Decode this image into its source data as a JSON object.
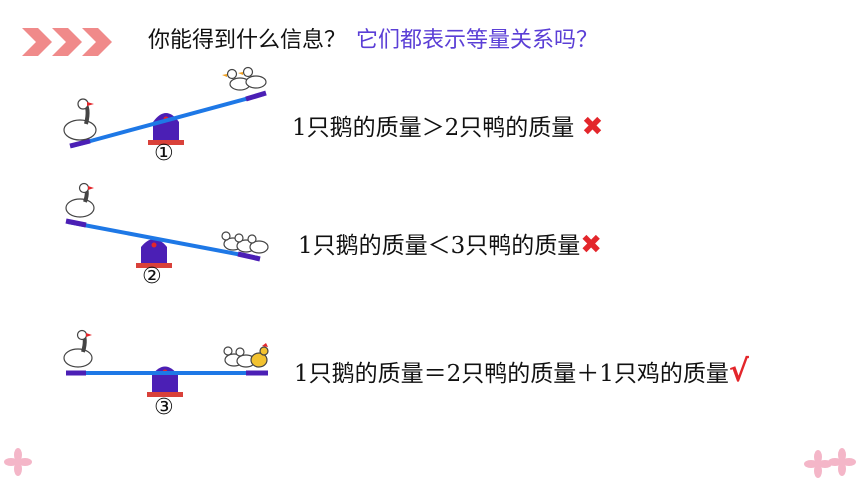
{
  "question": {
    "main": "你能得到什么信息？",
    "sub": "它们都表示等量关系吗？"
  },
  "colors": {
    "accent": "#5b3fd6",
    "beam": "#1e78e6",
    "fulcrum": "#4b1fb5",
    "mark": "#e3262b",
    "arrows": "#f08a8a",
    "flowers": "#f4b6c8"
  },
  "scales": [
    {
      "number": "①",
      "statement": "1只鹅的质量＞2只鸭的质量",
      "mark": "✖",
      "mark_type": "wrong"
    },
    {
      "number": "②",
      "statement": "1只鹅的质量＜3只鸭的质量",
      "mark": "✖",
      "mark_type": "wrong"
    },
    {
      "number": "③",
      "statement": "1只鹅的质量＝2只鸭的质量＋1只鸡的质量",
      "mark": "√",
      "mark_type": "right"
    }
  ]
}
